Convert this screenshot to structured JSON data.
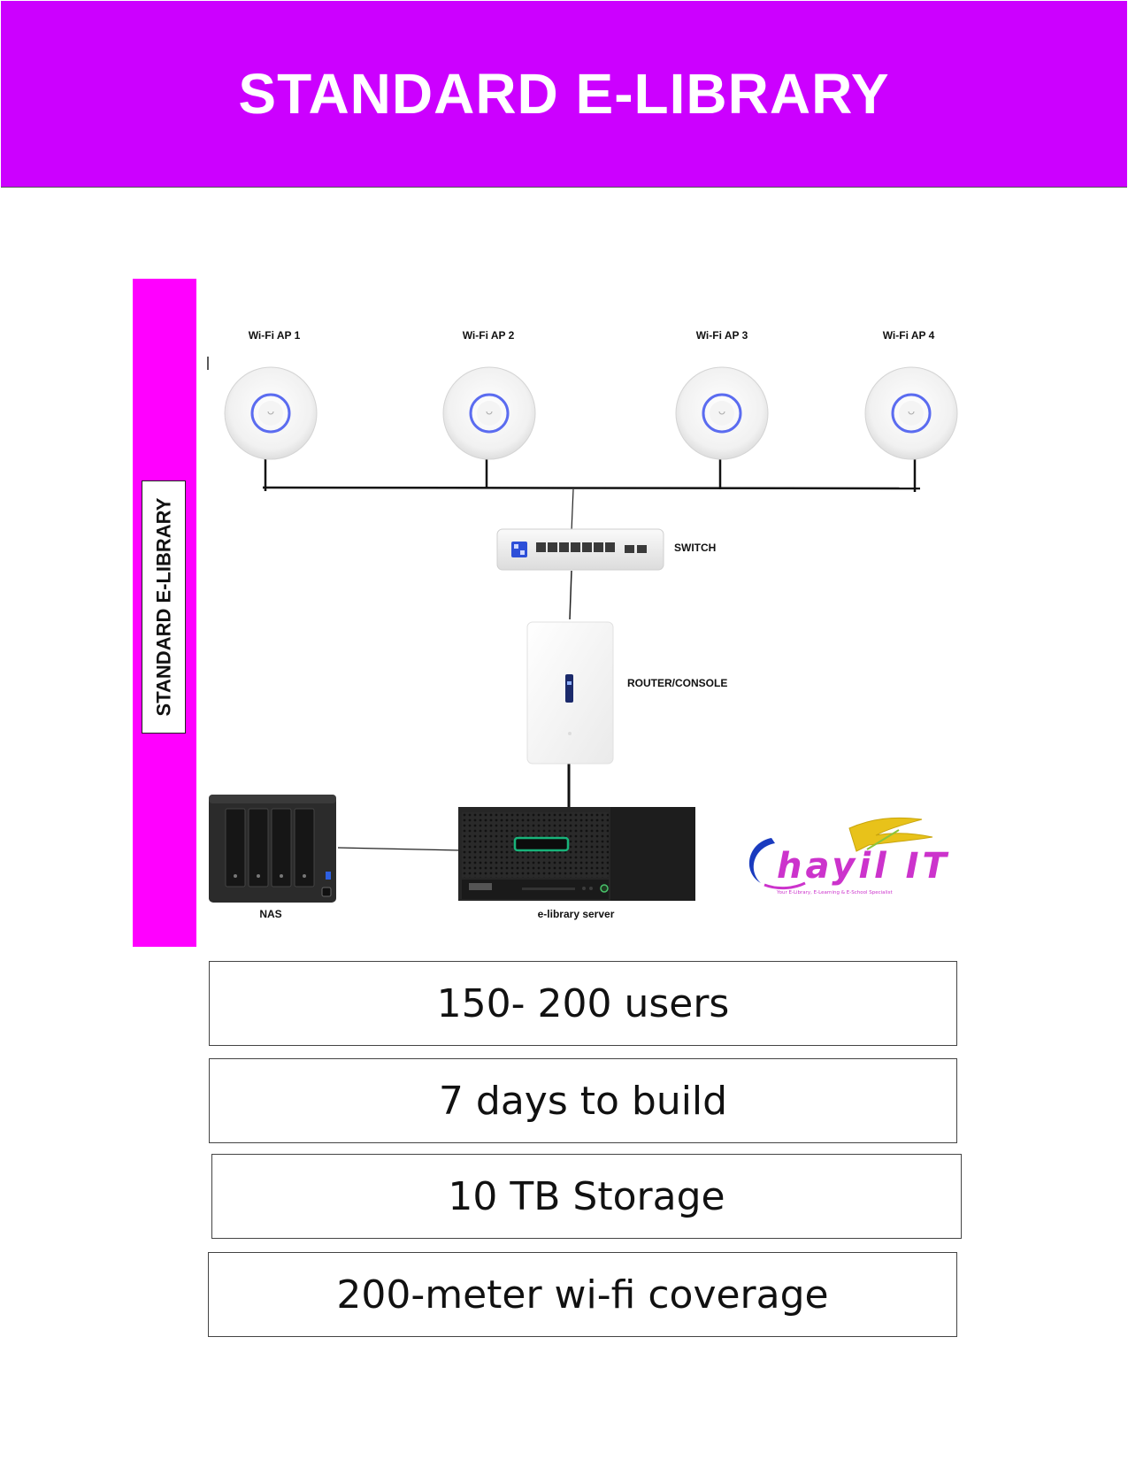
{
  "header": {
    "title": "STANDARD E-LIBRARY"
  },
  "side": {
    "label": "STANDARD E-LIBRARY"
  },
  "devices": {
    "ap1": "Wi-Fi AP 1",
    "ap2": "Wi-Fi AP 2",
    "ap3": "Wi-Fi AP 3",
    "ap4": "Wi-Fi AP 4",
    "switch": "SWITCH",
    "router": "ROUTER/CONSOLE",
    "nas": "NAS",
    "server": "e-library server"
  },
  "logo": {
    "text": "Chayil IT",
    "tagline": "Your E-Library, E-Learning & E-School Specialist",
    "colors": {
      "primary": "#cc33cc",
      "accent": "#1a3bbf",
      "bird": "#e8c21a"
    }
  },
  "specs": [
    {
      "text": "150- 200 users"
    },
    {
      "text": "7 days to build"
    },
    {
      "text": "10 TB Storage"
    },
    {
      "text": "200-meter wi-fi coverage"
    }
  ],
  "colors": {
    "header": "#cc00ff",
    "side_band": "#ff00ff",
    "ap_ring": "#5b6cf0"
  }
}
